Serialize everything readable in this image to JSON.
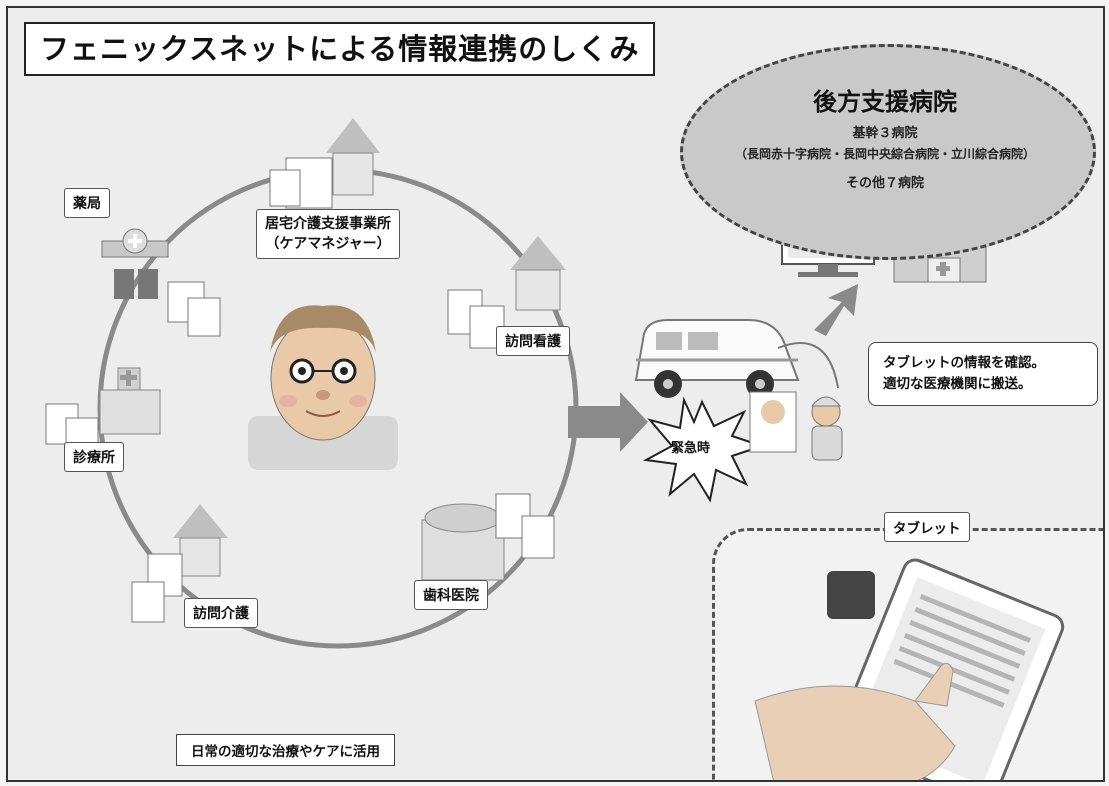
{
  "title": "フェニックスネットによる情報連携のしくみ",
  "nodes": {
    "pharmacy": "薬局",
    "care_office_line1": "居宅介護支援事業所",
    "care_office_line2": "（ケアマネジャー）",
    "home_nursing": "訪問看護",
    "clinic": "診療所",
    "home_care": "訪問介護",
    "dental": "歯科医院"
  },
  "emergency": "緊急時",
  "backup_hospital": {
    "title": "後方支援病院",
    "core": "基幹３病院",
    "core_list": "（長岡赤十字病院・長岡中央綜合病院・立川綜合病院）",
    "other": "その他７病院"
  },
  "speech": {
    "line1": "タブレットの情報を確認。",
    "line2": "適切な医療機関に搬送。"
  },
  "tablet_label": "タブレット",
  "bottom_label": "日常の適切な治療やケアに活用",
  "colors": {
    "ellipse": "#c9c9c9",
    "arrow": "#8a8a8a",
    "line": "#888888"
  }
}
